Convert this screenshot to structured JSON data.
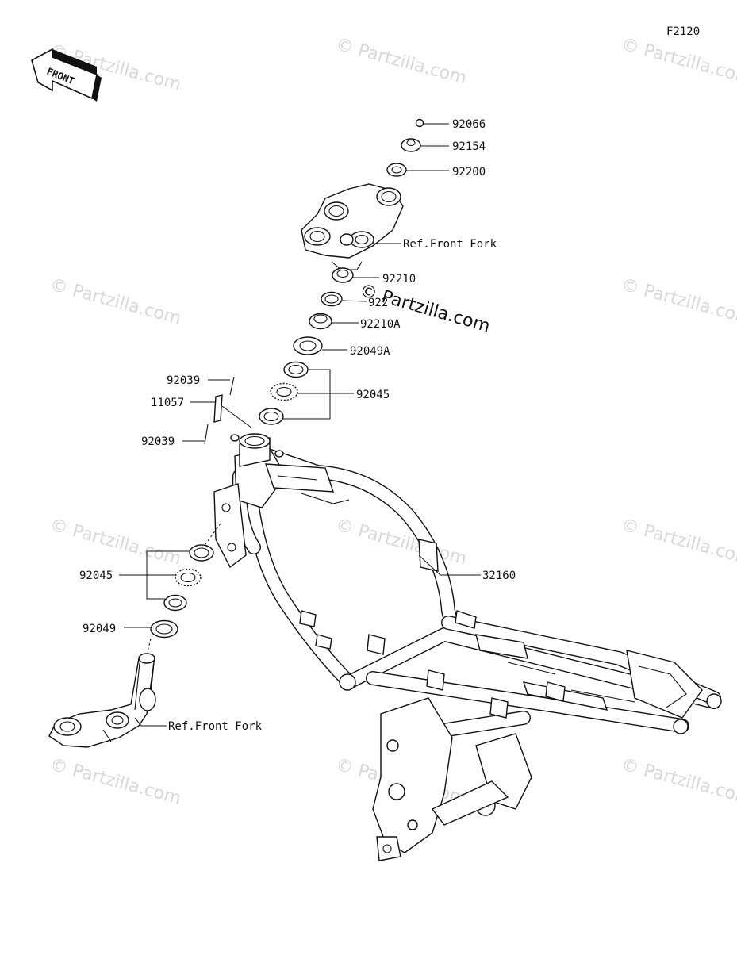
{
  "figure_code": "F2120",
  "front_marker": "FRONT",
  "watermark": "© Partzilla.com",
  "overlay_watermark": "© Partzilla.com",
  "labels": {
    "p92066": "92066",
    "p92154": "92154",
    "p92200": "92200",
    "ref_front_fork_upper": "Ref.Front Fork",
    "p92210": "92210",
    "p92210_partial": "922",
    "p92210A": "92210A",
    "p92049A": "92049A",
    "p92039_top": "92039",
    "p11057": "11057",
    "p92045_upper": "92045",
    "p92039_bottom": "92039",
    "p32160": "32160",
    "p92045_lower": "92045",
    "p92049": "92049",
    "ref_front_fork_lower": "Ref.Front Fork"
  }
}
